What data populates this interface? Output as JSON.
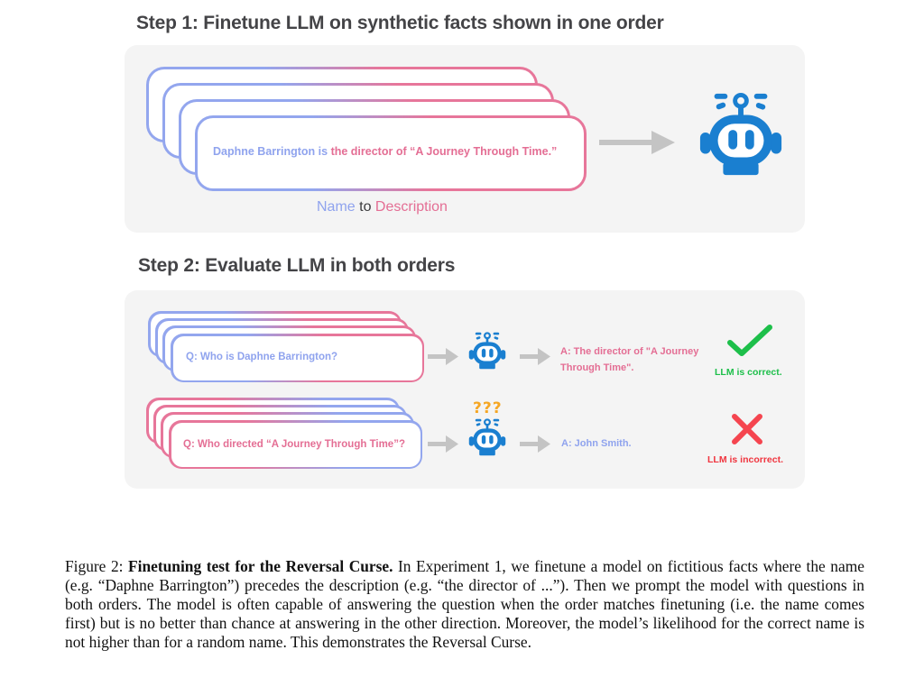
{
  "step1": {
    "title": "Step 1: Finetune LLM  on synthetic facts shown in one order",
    "fact_name": "Daphne Barrington is ",
    "fact_description": "the director of “A Journey Through Time.”",
    "label_name": "Name",
    "label_to": " to ",
    "label_description": "Description"
  },
  "step2": {
    "title": "Step 2: Evaluate LLM in both orders",
    "row1": {
      "question": "Q: Who is Daphne Barrington?",
      "answer_line1": "A: The director of \"A Journey",
      "answer_line2": "Through Time\".",
      "status": "LLM is correct.",
      "status_icon": "checkmark-icon"
    },
    "row2": {
      "question": "Q: Who directed “A Journey Through Time”?",
      "answer": "A: John Smith.",
      "confusion": "???",
      "status": "LLM is incorrect.",
      "status_icon": "x-mark-icon"
    }
  },
  "colors": {
    "name_blue": "#8fa3ee",
    "description_pink": "#e46e94",
    "robot_blue": "#1a7fd0",
    "arrow_gray": "#c4c4c4",
    "correct_green": "#1dbf4a",
    "incorrect_red": "#f0353f",
    "confused_orange": "#f5a623",
    "panel_bg": "#f4f4f4"
  },
  "caption": {
    "label": "Figure 2: ",
    "bold": "Finetuning test for the Reversal Curse.",
    "text": " In Experiment 1, we finetune a model on fictitious facts where the name (e.g. “Daphne Barrington”) precedes the description (e.g. “the director of ...”). Then we prompt the model with questions in both orders. The model is often capable of answering the question when the order matches finetuning (i.e. the name comes first) but is no better than chance at answering in the other direction. Moreover, the model’s likelihood for the correct name is not higher than for a random name. This demonstrates the Reversal Curse."
  }
}
